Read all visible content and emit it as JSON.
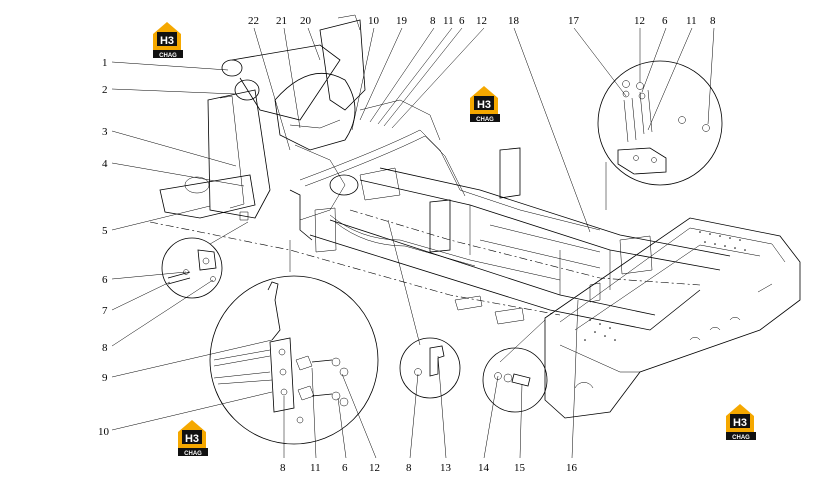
{
  "logo": {
    "mark": "H3",
    "caption": "CHAG",
    "color_primary": "#f5a800",
    "color_dark": "#111111"
  },
  "callouts": {
    "c1": "1",
    "c2": "2",
    "c3": "3",
    "c4": "4",
    "c5": "5",
    "c6": "6",
    "c7": "7",
    "c8": "8",
    "c9": "9",
    "c10": "10",
    "b8": "8",
    "b11": "11",
    "b6": "6",
    "b12": "12",
    "m8": "8",
    "m13": "13",
    "m14": "14",
    "m15": "15",
    "m16": "16",
    "t22": "22",
    "t21": "21",
    "t20": "20",
    "t10": "10",
    "t19": "19",
    "t8": "8",
    "t11": "11",
    "t6": "6",
    "t12": "12",
    "t18": "18",
    "t17": "17",
    "r12": "12",
    "r6": "6",
    "r11": "11",
    "r8": "8"
  }
}
